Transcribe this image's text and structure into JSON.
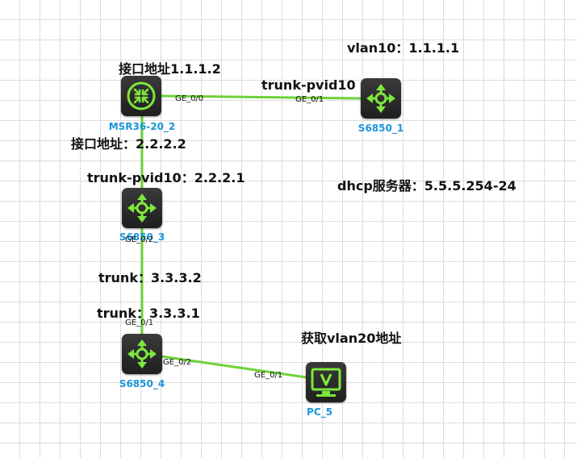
{
  "devices": {
    "router": {
      "label": "MSR36-20_2",
      "icon": "router-icon"
    },
    "switch1": {
      "label": "S6850_1",
      "icon": "switch-icon"
    },
    "switch3": {
      "label": "S6850_3",
      "icon": "switch-icon"
    },
    "switch4": {
      "label": "S6850_4",
      "icon": "switch-icon"
    },
    "pc": {
      "label": "PC_5",
      "icon": "pc-icon"
    }
  },
  "ports": {
    "router_ge00": "GE_0/0",
    "switch1_ge01": "GE_0/1",
    "switch3_ge02": "GE_0/2",
    "switch4_ge01": "GE_0/1",
    "switch4_ge02": "GE_0/2",
    "pc_ge01": "GE_0/1"
  },
  "notes": {
    "vlan10": "vlan10：1.1.1.1",
    "router_if1": "接口地址1.1.1.2",
    "trunk_pvid10_top": "trunk-pvid10",
    "router_if2": "接口地址：2.2.2.2",
    "trunk_pvid10_switch3": "trunk-pvid10：2.2.2.1",
    "dhcp_server": "dhcp服务器：5.5.5.254-24",
    "trunk_3332": "trunk：3.3.3.2",
    "trunk_3331": "trunk：3.3.3.1",
    "vlan20": "获取vlan20地址"
  },
  "colors": {
    "link": "#6fd23a",
    "device_label": "#1a96d8",
    "icon_accent": "#7ee83b",
    "device_body": "#2a2a2a",
    "grid": "#dcdcdc"
  }
}
